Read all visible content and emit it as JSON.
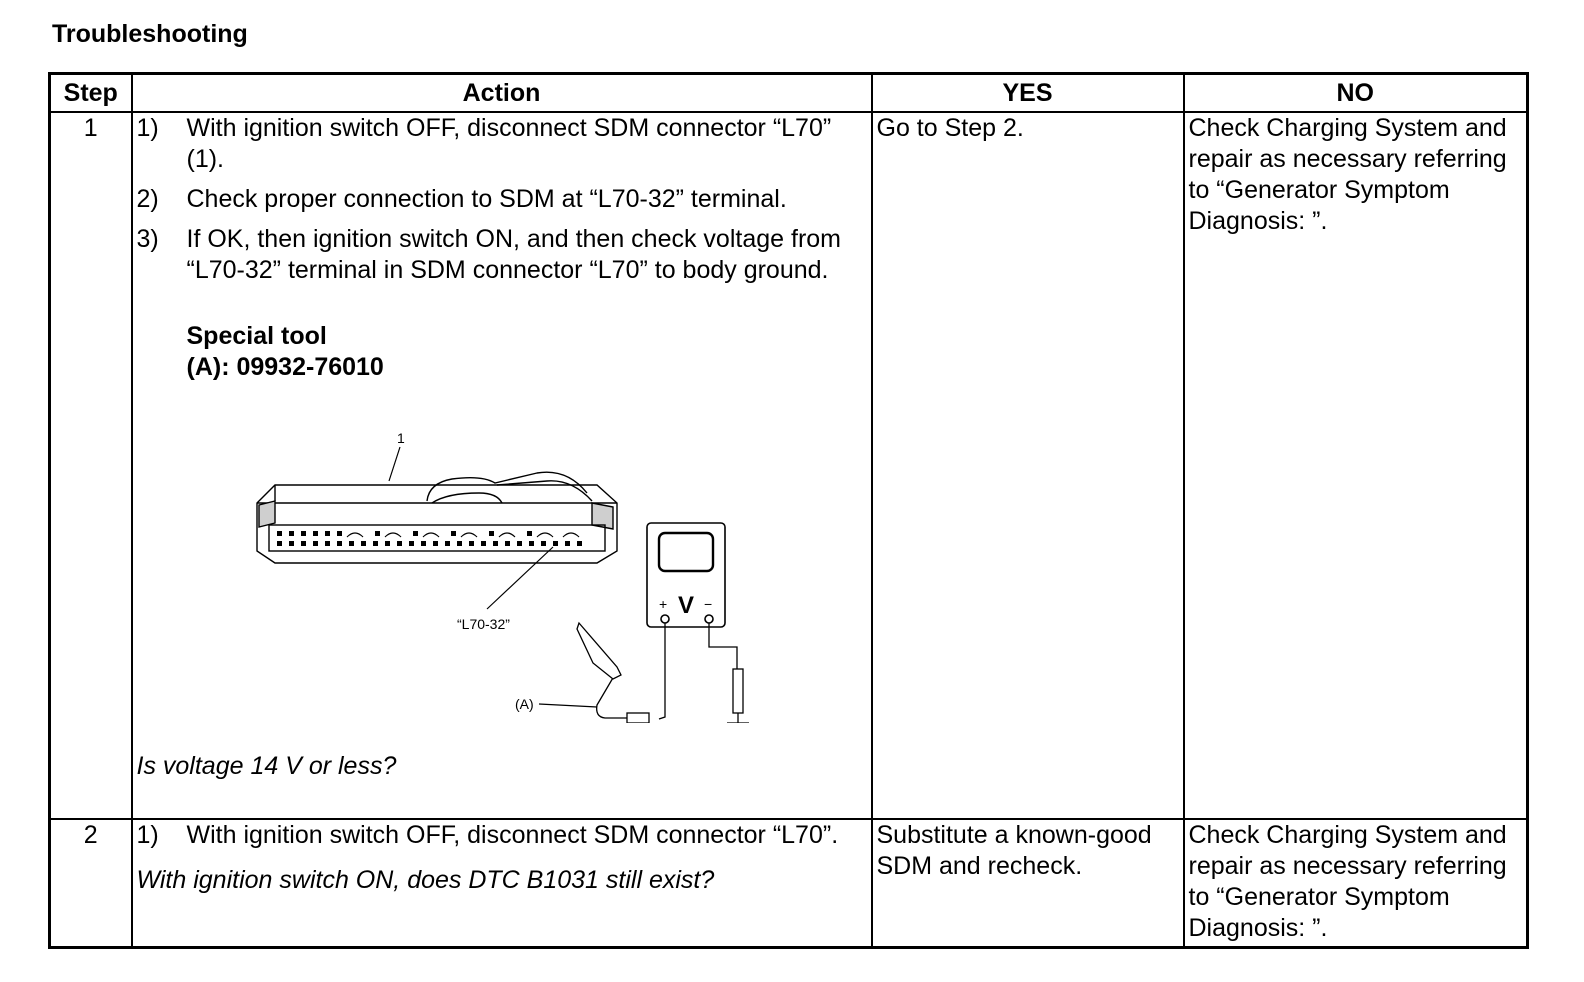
{
  "heading": "Troubleshooting",
  "columns": {
    "step": "Step",
    "action": "Action",
    "yes": "YES",
    "no": "NO"
  },
  "rows": [
    {
      "step": "1",
      "actions": [
        {
          "num": "1)",
          "text": "With ignition switch OFF, disconnect SDM connector “L70” (1)."
        },
        {
          "num": "2)",
          "text": "Check proper connection to SDM at “L70-32” terminal."
        },
        {
          "num": "3)",
          "text": "If OK, then ignition switch ON, and then check voltage from “L70-32” terminal in SDM connector “L70” to body ground."
        }
      ],
      "special_tool_label": "Special tool",
      "special_tool_value": "(A):  09932-76010",
      "figure_labels": {
        "callout": "1",
        "terminal": "“L70-32”",
        "tool": "(A)",
        "meter": "V",
        "plus": "+",
        "minus": "−"
      },
      "question": "Is voltage 14 V or less?",
      "yes": "Go to Step 2.",
      "no": "Check Charging System and repair as necessary referring to “Generator Symptom Diagnosis: ”."
    },
    {
      "step": "2",
      "actions": [
        {
          "num": "1)",
          "text": "With ignition switch OFF, disconnect SDM connector “L70”."
        }
      ],
      "question": "With ignition switch ON, does DTC B1031 still exist?",
      "yes": "Substitute a known-good SDM and recheck.",
      "no": "Check Charging System and repair as necessary referring to “Generator Symptom Diagnosis: ”."
    }
  ]
}
